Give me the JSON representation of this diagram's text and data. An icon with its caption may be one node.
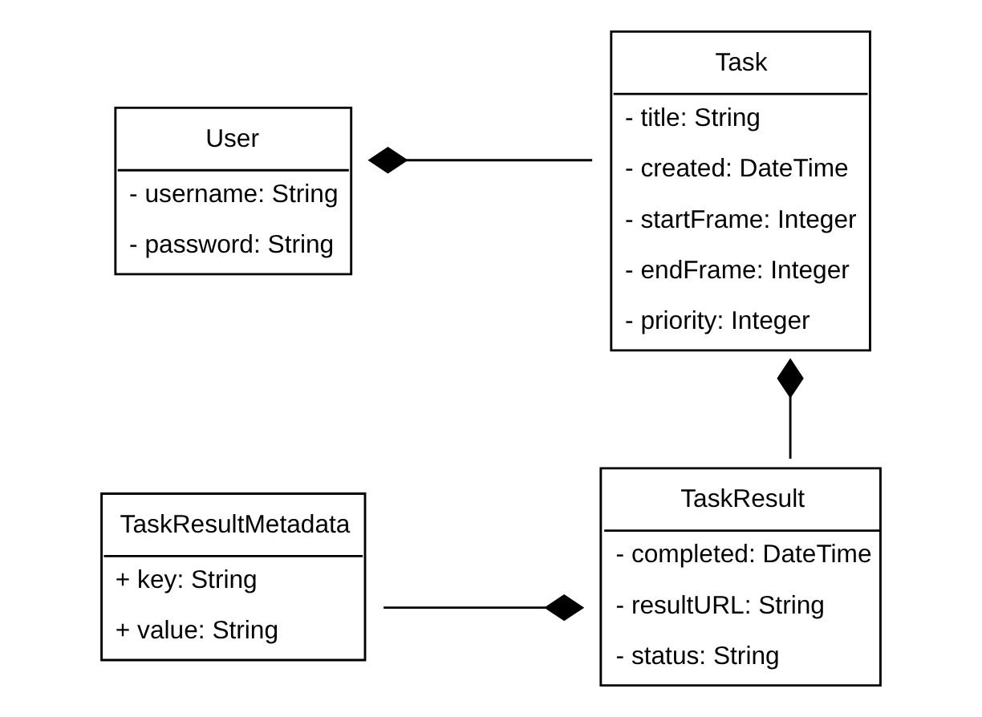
{
  "diagram": {
    "nodes": [
      {
        "text": [
          "User",
          "- username: String",
          "- password: String"
        ]
      },
      {
        "text": [
          "Task",
          "- title: String",
          "- created: DateTime",
          "- startFrame: Integer",
          "- endFrame: Integer",
          "- priority: Integer"
        ]
      },
      {
        "text": [
          "TaskResult",
          "- completed: DateTime",
          "- resultURL: String",
          "- status: String"
        ]
      },
      {
        "text": [
          "TaskResultMetadata",
          "+ key: String",
          "+ value: String"
        ]
      }
    ],
    "edges": [
      {
        "from": 0,
        "to": 1,
        "arrow": "other"
      },
      {
        "from": 1,
        "to": 2,
        "arrow": "other"
      },
      {
        "from": 2,
        "to": 3,
        "arrow": "other"
      }
    ]
  }
}
